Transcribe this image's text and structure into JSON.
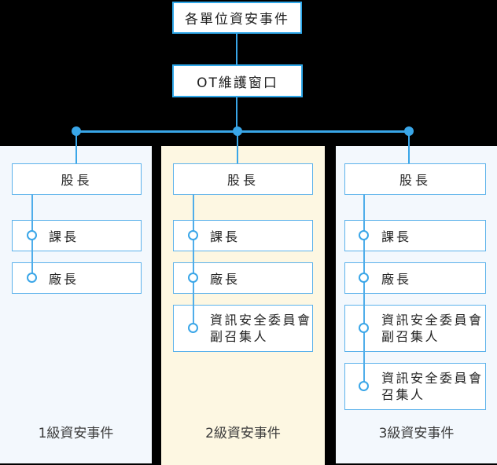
{
  "header": {
    "root_label": "各單位資安事件",
    "gateway_label": "OT維護窗口"
  },
  "columns": [
    {
      "level_label": "1級資安事件",
      "bg_color": "#F3F8FD",
      "head_label": "股長",
      "boxes": [
        {
          "label": "課長"
        },
        {
          "label": "廠長"
        }
      ]
    },
    {
      "level_label": "2級資安事件",
      "bg_color": "#FDF7E2",
      "head_label": "股長",
      "boxes": [
        {
          "label": "課長"
        },
        {
          "label": "廠長"
        },
        {
          "label": "資訊安全委員會",
          "label2": "副召集人"
        }
      ]
    },
    {
      "level_label": "3級資安事件",
      "bg_color": "#F3F8FD",
      "head_label": "股長",
      "boxes": [
        {
          "label": "課長"
        },
        {
          "label": "廠長"
        },
        {
          "label": "資訊安全委員會",
          "label2": "副召集人"
        },
        {
          "label": "資訊安全委員會",
          "label2": "召集人"
        }
      ]
    }
  ],
  "colors": {
    "connector": "#39A6E8",
    "header_box_border": "#2FA8EA",
    "node_border": "#5CB2EB",
    "blue_column_bg": "#F3F8FD",
    "yellow_column_bg": "#FDF7E2",
    "page_bg": "#000000",
    "text": "#222222"
  }
}
